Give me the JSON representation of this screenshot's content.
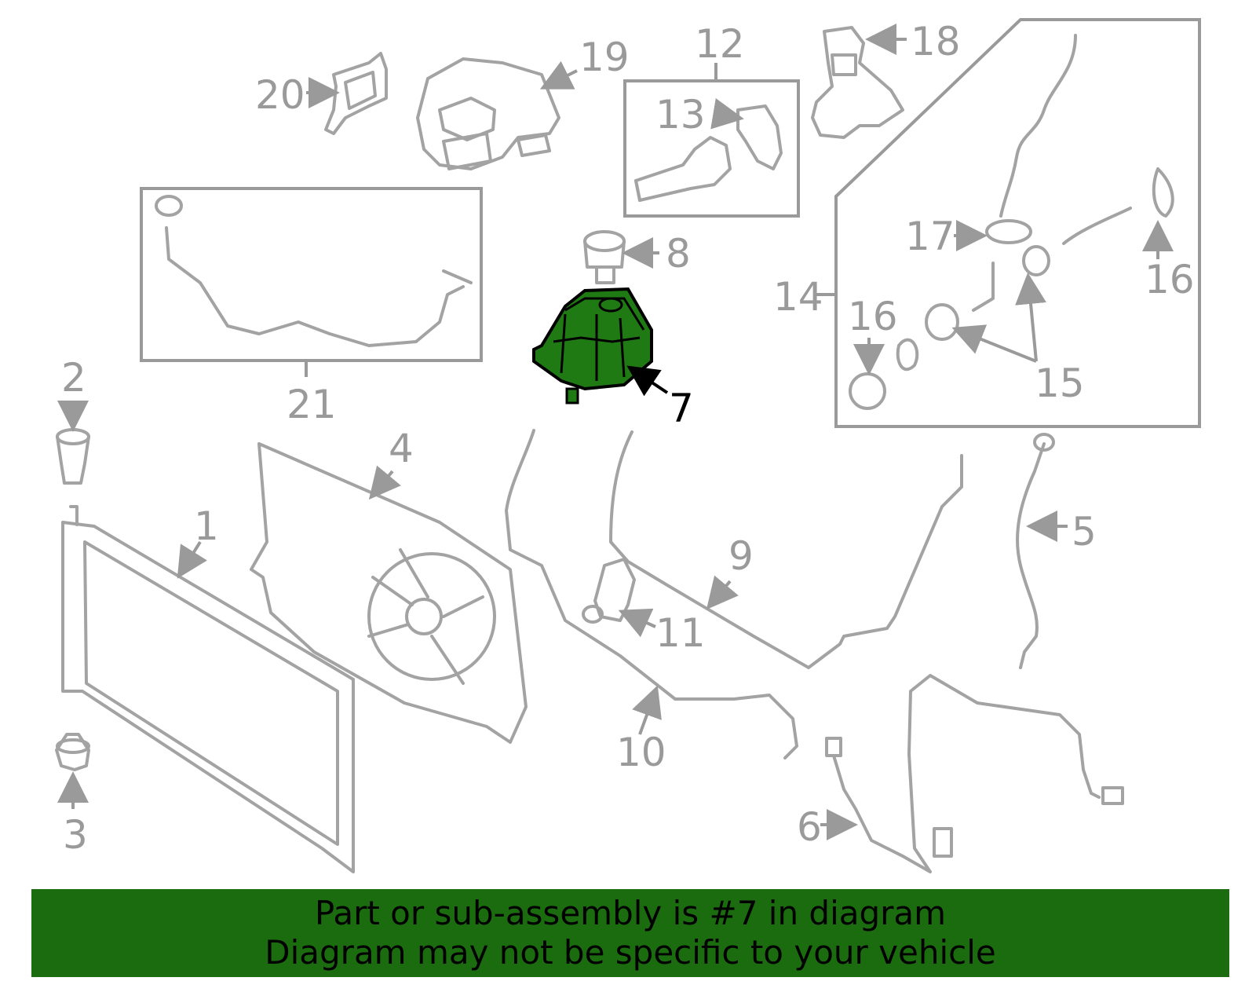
{
  "diagram": {
    "highlighted_part": "7",
    "highlight_color": "#1f7a14",
    "line_color": "#a3a3a3",
    "labels": {
      "p1": "1",
      "p2": "2",
      "p3": "3",
      "p4": "4",
      "p5": "5",
      "p6": "6",
      "p7": "7",
      "p8": "8",
      "p9": "9",
      "p10": "10",
      "p11": "11",
      "p12": "12",
      "p13": "13",
      "p14": "14",
      "p15": "15",
      "p16a": "16",
      "p16b": "16",
      "p17": "17",
      "p18": "18",
      "p19": "19",
      "p20": "20",
      "p21": "21"
    }
  },
  "banner": {
    "line1": "Part or sub-assembly is #7 in diagram",
    "line2": "Diagram may not be specific to your vehicle",
    "background": "#1b6b0f"
  }
}
